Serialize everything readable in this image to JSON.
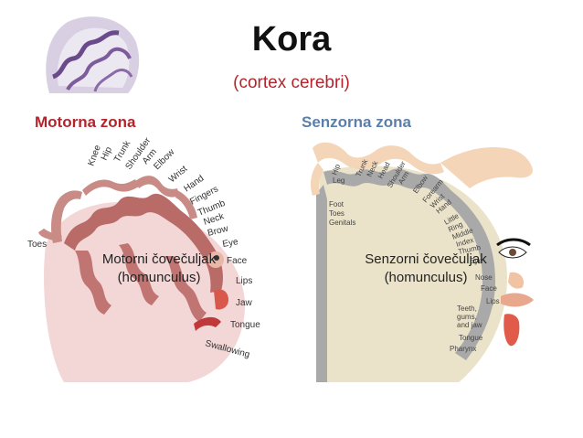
{
  "title": "Kora",
  "subtitle": "(cortex cerebri)",
  "motor": {
    "heading": "Motorna zona",
    "caption_line1": "Motorni čovečuljak",
    "caption_line2": "(homunculus)",
    "labels": [
      "Knee",
      "Hip",
      "Trunk",
      "Shoulder",
      "Arm",
      "Elbow",
      "Wrist",
      "Hand",
      "Fingers",
      "Thumb",
      "Neck",
      "Brow",
      "Eye",
      "Face",
      "Lips",
      "Jaw",
      "Tongue",
      "Swallowing",
      "Toes"
    ]
  },
  "sensory": {
    "heading": "Senzorna zona",
    "caption_line1": "Senzorni čovečuljak",
    "caption_line2": "(homunculus)",
    "labels": [
      "Hip",
      "Leg",
      "Trunk",
      "Neck",
      "Head",
      "Shoulder",
      "Arm",
      "Elbow",
      "Forearm",
      "Wrist",
      "Hand",
      "Little",
      "Ring",
      "Middle",
      "Index",
      "Thumb",
      "Eye",
      "Nose",
      "Face",
      "Lips",
      "Teeth,",
      "gums,",
      "and jaw",
      "Tongue",
      "Pharynx",
      "Foot",
      "Toes",
      "Genitals"
    ]
  },
  "colors": {
    "title": "#111111",
    "accent_red": "#b5242c",
    "accent_blue": "#5b7fa8",
    "cortex": "#b96b68",
    "white_matter": "#f3d6d6",
    "skin": "#f4d5b8"
  }
}
